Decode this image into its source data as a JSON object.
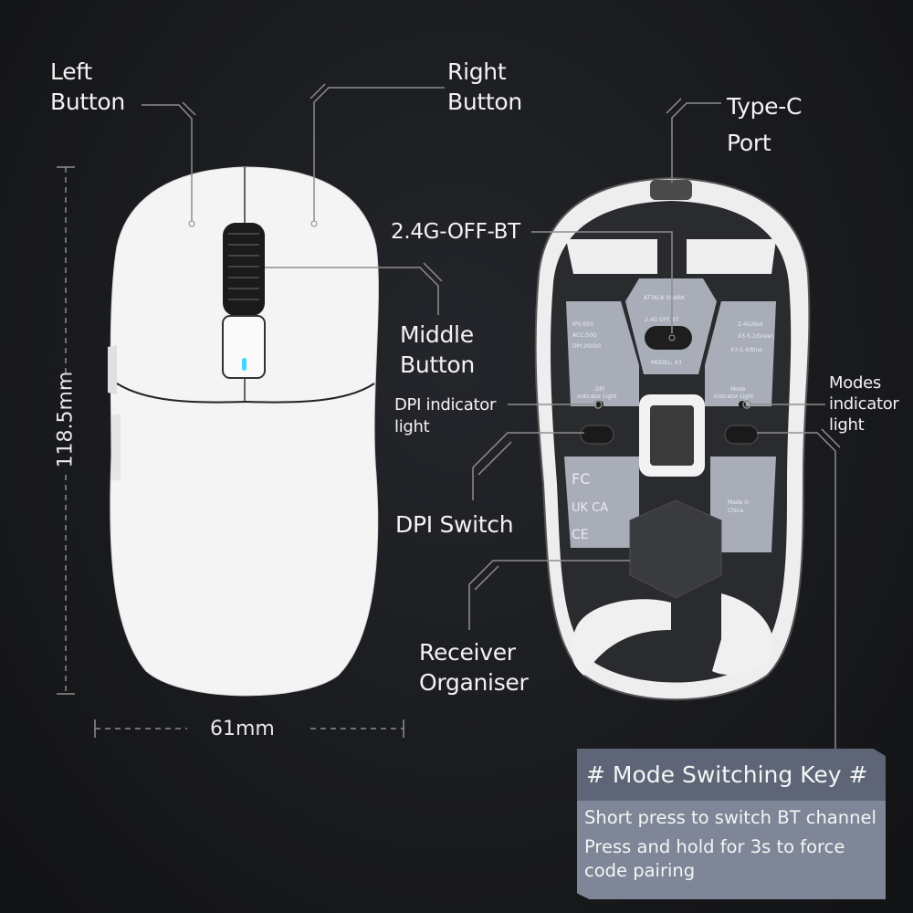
{
  "labels": {
    "left_button": [
      "Left",
      "Button"
    ],
    "right_button": [
      "Right",
      "Button"
    ],
    "type_c_port": [
      "Type-C",
      "Port"
    ],
    "mode_switch": "2.4G-OFF-BT",
    "middle_button": [
      "Middle",
      "Button"
    ],
    "dpi_indicator": [
      "DPI indicator",
      "light"
    ],
    "modes_indicator": [
      "Modes",
      "indicator",
      "light"
    ],
    "dpi_switch": "DPI Switch",
    "receiver_organiser": [
      "Receiver",
      "Organiser"
    ]
  },
  "dimensions": {
    "height": "118.5mm",
    "width": "61mm"
  },
  "key_box": {
    "title": "# Mode Switching Key #",
    "lines": [
      "Short press to switch BT channel",
      "Press and hold for 3s to force code pairing"
    ]
  },
  "sticker": {
    "brand": "ATTACK SHARK",
    "switch_positions": "2.4G   OFF   BT",
    "model": "MODEL: X3",
    "specs": [
      "IPS:650",
      "ACC:50G",
      "DPI:26000"
    ],
    "dpi_light": [
      "DPI",
      "Indicator Light"
    ],
    "mode_light": [
      "Mode",
      "Indicator Light"
    ],
    "mode_colors": [
      "2.4G/Red",
      "X3-5.2/Green",
      "X3-5.4/Blue"
    ],
    "origin": [
      "Made in",
      "China"
    ],
    "certs": [
      "FC",
      "UK CA",
      "CE"
    ]
  },
  "colors": {
    "background": "#17181b",
    "key_box_header": "#5d6576",
    "key_box_body": "#7e8697",
    "indicator_led": "#3fd6ff"
  }
}
